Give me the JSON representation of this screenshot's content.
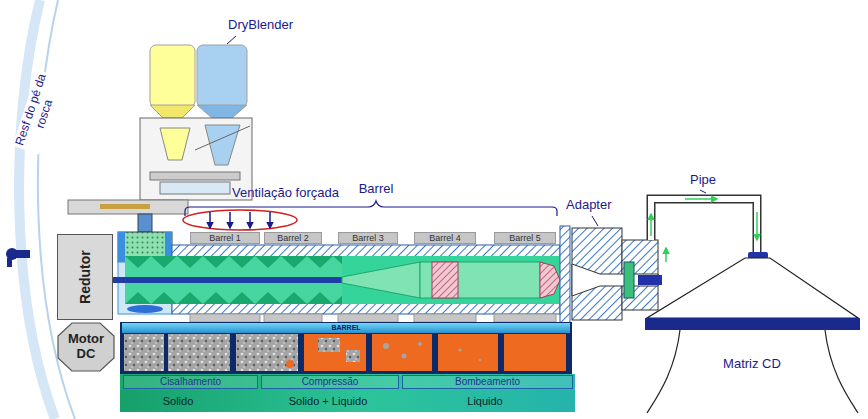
{
  "diagram": {
    "nodes": [
      {
        "text": [
          "Barrel 1"
        ]
      },
      {
        "text": [
          "Barrel 2"
        ]
      },
      {
        "text": [
          "Barrel 3"
        ]
      },
      {
        "text": [
          "Barrel 4"
        ]
      },
      {
        "text": [
          "Barrel 5"
        ]
      },
      {
        "text": [
          "Redutor"
        ]
      },
      {
        "text": [
          "Matriz CD"
        ]
      },
      {
        "text": [
          "BARREL"
        ]
      },
      {
        "text": [
          "Motor DC"
        ]
      },
      {
        "text": [
          "Cisalhamento"
        ]
      },
      {
        "text": [
          "Compressão"
        ]
      },
      {
        "text": [
          "Bombeamento"
        ]
      },
      {
        "text": [
          "Solido",
          "Solido + Liquido",
          "Liquido"
        ]
      }
    ],
    "labels": [
      "DryBlender",
      "Ventilação forçada",
      "Barrel",
      "Adapter",
      "Pipe",
      "Resf do pé da rosca"
    ]
  }
}
